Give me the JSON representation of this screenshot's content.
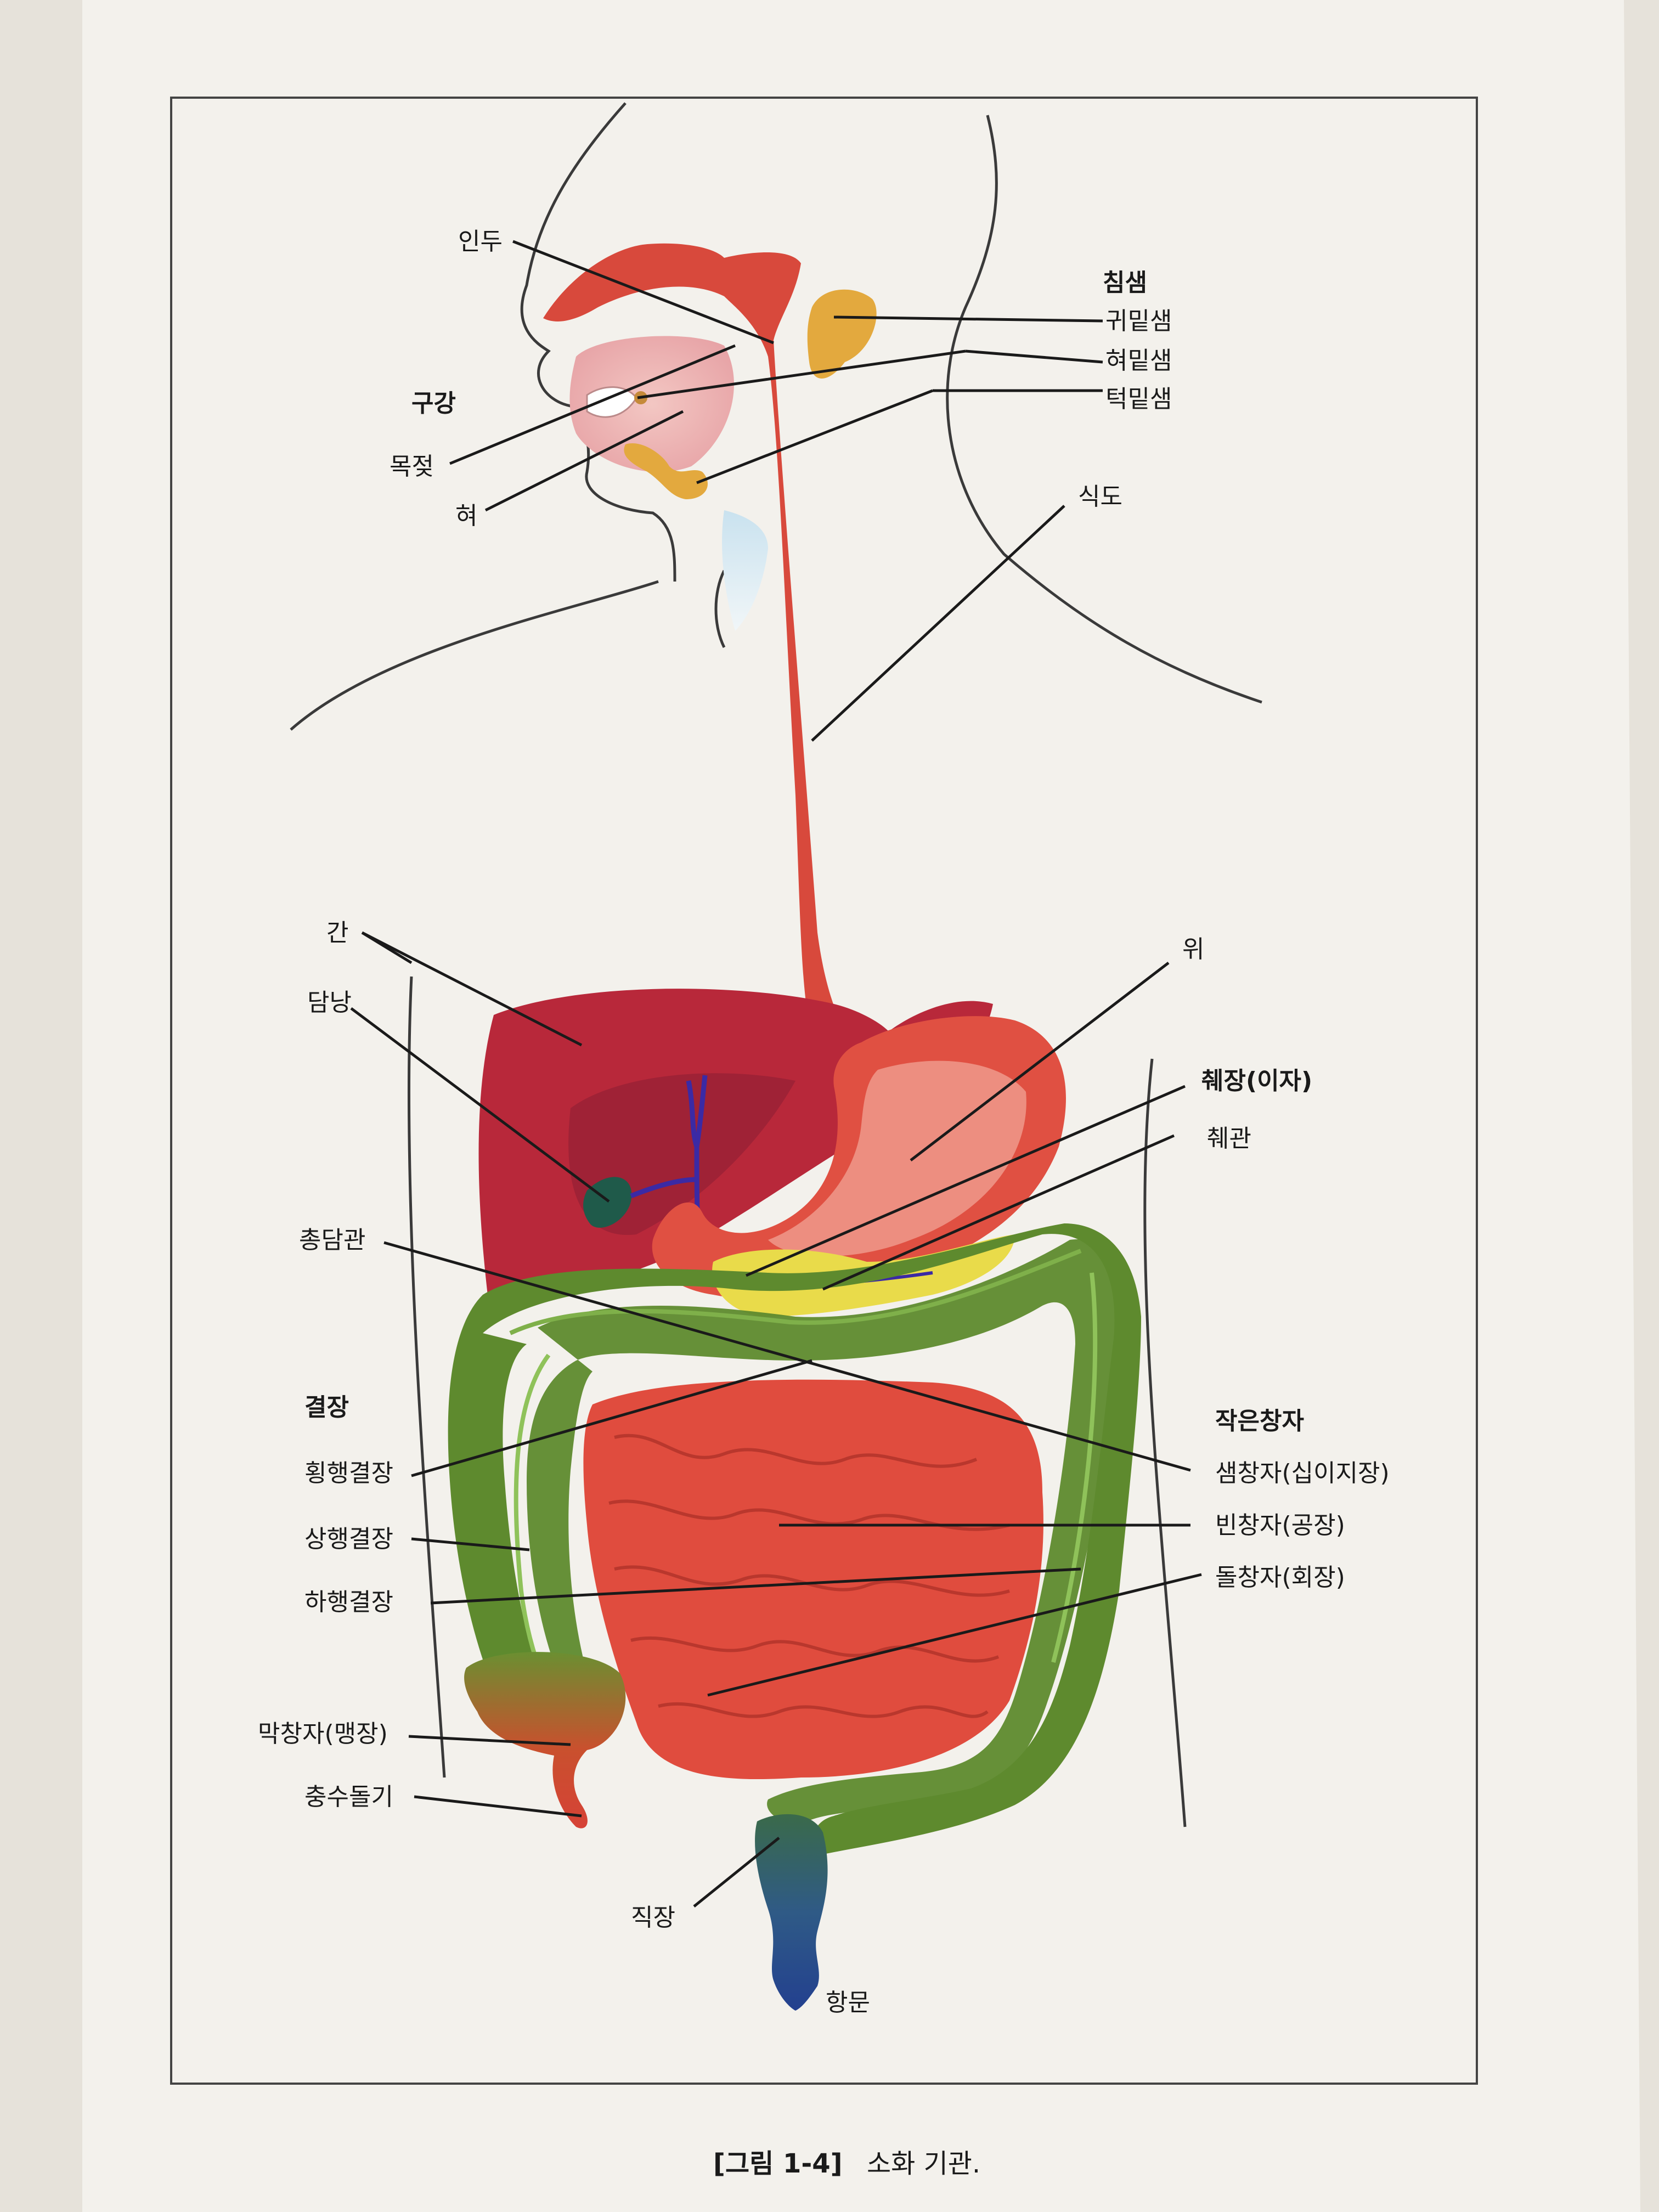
{
  "labels": {
    "pharynx": "인두",
    "salivary_glands": "침샘",
    "parotid": "귀밑샘",
    "sublingual": "혀밑샘",
    "submandibular": "턱밑샘",
    "oral_cavity": "구강",
    "uvula": "목젖",
    "tongue": "혀",
    "esophagus": "식도",
    "liver": "간",
    "gallbladder": "담낭",
    "stomach": "위",
    "pancreas": "췌장(이자)",
    "pancreatic_duct": "췌관",
    "common_bile_duct": "총담관",
    "colon": "결장",
    "transverse_colon": "횡행결장",
    "ascending_colon": "상행결장",
    "descending_colon": "하행결장",
    "small_intestine": "작은창자",
    "duodenum": "샘창자(십이지장)",
    "jejunum": "빈창자(공장)",
    "ileum": "돌창자(회장)",
    "cecum": "막창자(맹장)",
    "appendix": "충수돌기",
    "rectum": "직장",
    "anus": "항문"
  },
  "caption": {
    "number": "[그림 1-4]",
    "text": "소화 기관."
  },
  "colors": {
    "paper": "#f3f1ec",
    "tract": "#dc4b3c",
    "liver": "#b8283a",
    "colon": "#5e8a2e",
    "gland": "#e3a93e",
    "pancreas": "#e9db4a",
    "rectum": "#2f4e8c"
  }
}
